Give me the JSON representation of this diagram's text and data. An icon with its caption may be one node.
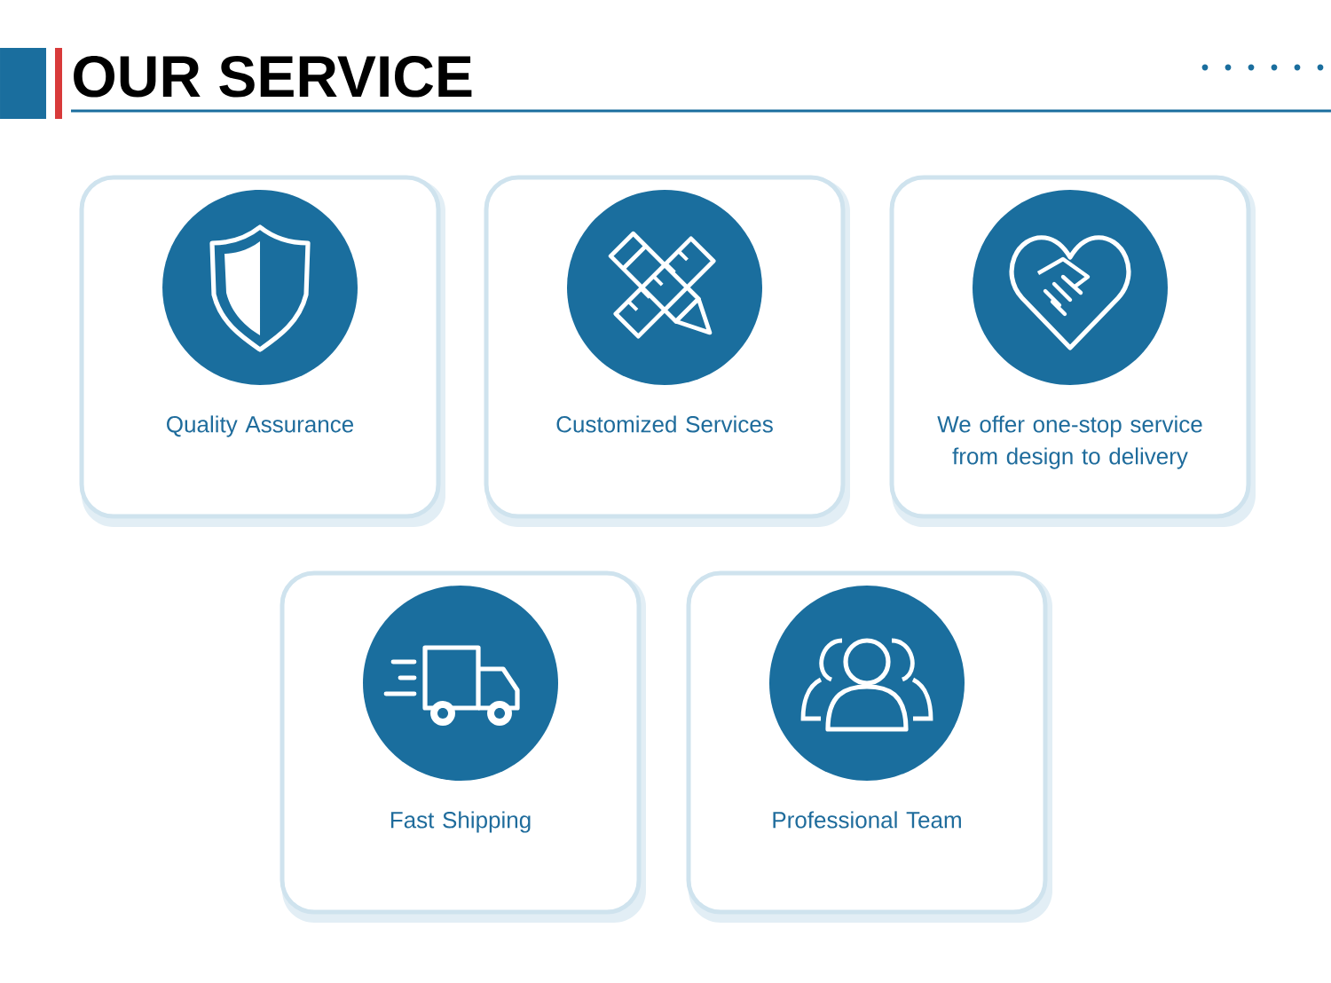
{
  "diagram": {
    "title": "OUR SERVICE",
    "nodes": [
      {
        "text": [
          "Quality Assurance"
        ]
      },
      {
        "text": [
          "Customized Services"
        ]
      },
      {
        "text": [
          "We offer one-stop service from design to delivery"
        ]
      },
      {
        "text": [
          "Fast Shipping"
        ]
      },
      {
        "text": [
          "Professional Team"
        ]
      }
    ]
  }
}
